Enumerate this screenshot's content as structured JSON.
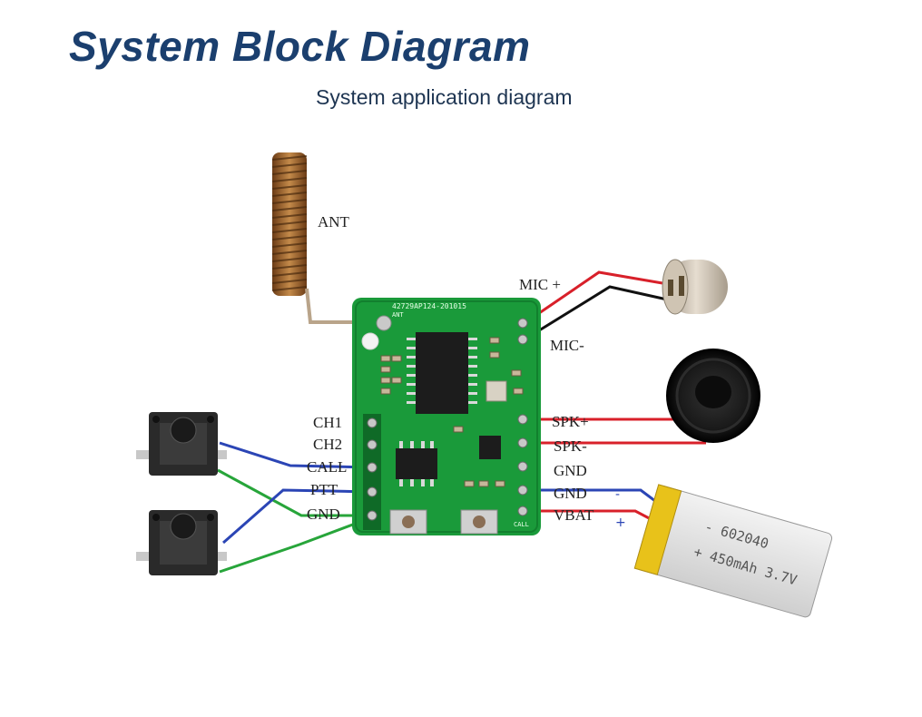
{
  "header": {
    "title": "System Block Diagram",
    "subtitle": "System application diagram"
  },
  "labels": {
    "ant": "ANT",
    "mic_plus": "MIC +",
    "mic_minus": "MIC-",
    "ch1": "CH1",
    "ch2": "CH2",
    "call": "CALL",
    "ptt": "PTT",
    "gnd_left": "GND",
    "spk_plus": "SPK+",
    "spk_minus": "SPK-",
    "gnd_right_1": "GND",
    "gnd_right_2": "GND",
    "vbat": "VBAT",
    "minus_sign": "-",
    "plus_sign": "+"
  },
  "pcb": {
    "silkscreen_top": "42729AP124-201015",
    "ant_mark": "ANT",
    "call_mark": "CALL"
  },
  "battery": {
    "model": "- 602040",
    "spec": "+ 450mAh 3.7V"
  },
  "colors": {
    "title": "#1b3f6e",
    "pcb_green": "#1a9a3a",
    "wire_red": "#d8202a",
    "wire_black": "#111111",
    "wire_blue": "#2b45b5",
    "wire_green": "#27a53a",
    "battery_yellow": "#e8c21a"
  }
}
